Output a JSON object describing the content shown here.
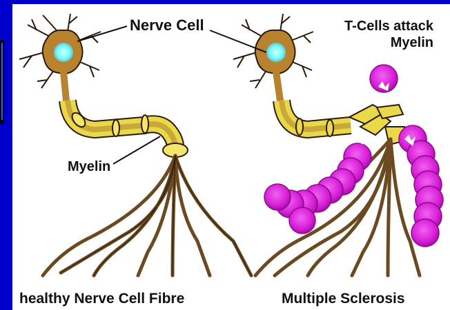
{
  "labels": {
    "nerve_cell": "Nerve Cell",
    "t_cells_line1": "T-Cells attack",
    "t_cells_line2": "Myelin",
    "myelin": "Myelin",
    "healthy": "healthy Nerve Cell Fibre",
    "ms": "Multiple Sclerosis"
  },
  "colors": {
    "background_border": "#0000cc",
    "panel": "#ffffff",
    "cell_body": "#b8822e",
    "nucleus": "#7fffff",
    "axon": "#6b4a22",
    "myelin": "#e8d84a",
    "t_cell": "#d81ed8"
  }
}
